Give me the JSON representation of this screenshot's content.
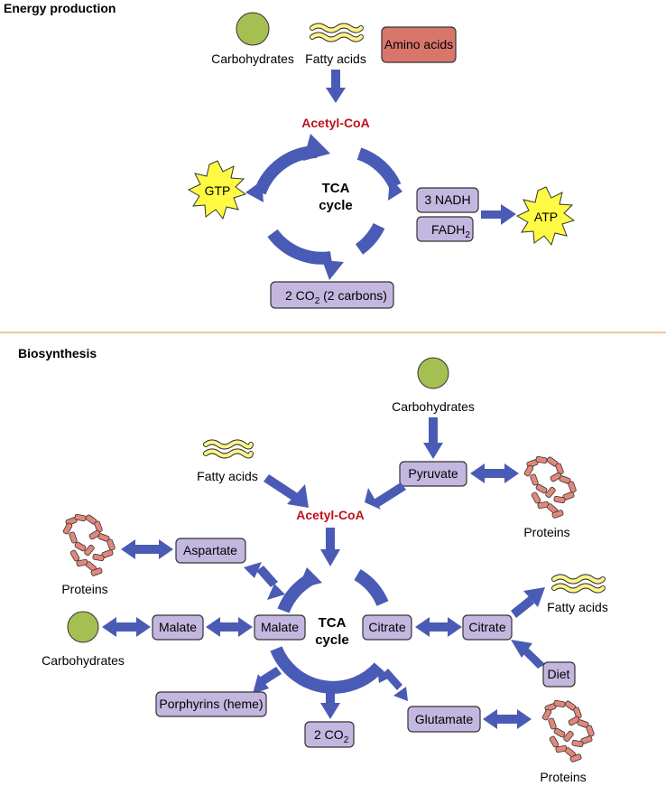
{
  "colors": {
    "arrow": "#4a5bb5",
    "box_fill": "#c3b7e0",
    "box_stroke": "#333333",
    "amino_fill": "#d9766b",
    "sun_fill": "#fffa44",
    "carb_fill": "#a6bf52",
    "fat_fill": "#fff38a",
    "protein_fill": "#e28779",
    "acetyl": "#c0111b",
    "divider": "#e8b86a"
  },
  "energy": {
    "title": "Energy production",
    "carbohydrates": "Carbohydrates",
    "fatty_acids": "Fatty acids",
    "amino_acids": "Amino acids",
    "acetyl_coa": "Acetyl-CoA",
    "tca_line1": "TCA",
    "tca_line2": "cycle",
    "gtp": "GTP",
    "nadh": "3 NADH",
    "fadh2_main": "FADH",
    "fadh2_sub": "2",
    "atp": "ATP",
    "co2_a": "2 CO",
    "co2_sub": "2",
    "co2_b": " (2 carbons)"
  },
  "bio": {
    "title": "Biosynthesis",
    "carbohydrates_top": "Carbohydrates",
    "pyruvate": "Pyruvate",
    "proteins_right_top": "Proteins",
    "fatty_acids_left": "Fatty acids",
    "acetyl_coa": "Acetyl-CoA",
    "proteins_left": "Proteins",
    "aspartate": "Aspartate",
    "carbohydrates_left": "Carbohydrates",
    "malate_outer": "Malate",
    "malate_inner": "Malate",
    "tca_line1": "TCA",
    "tca_line2": "cycle",
    "citrate_inner": "Citrate",
    "citrate_outer": "Citrate",
    "fatty_acids_right": "Fatty acids",
    "diet": "Diet",
    "porphyrins": "Porphyrins (heme)",
    "co2_main": "2 CO",
    "co2_sub": "2",
    "glutamate": "Glutamate",
    "proteins_bottom": "Proteins"
  }
}
